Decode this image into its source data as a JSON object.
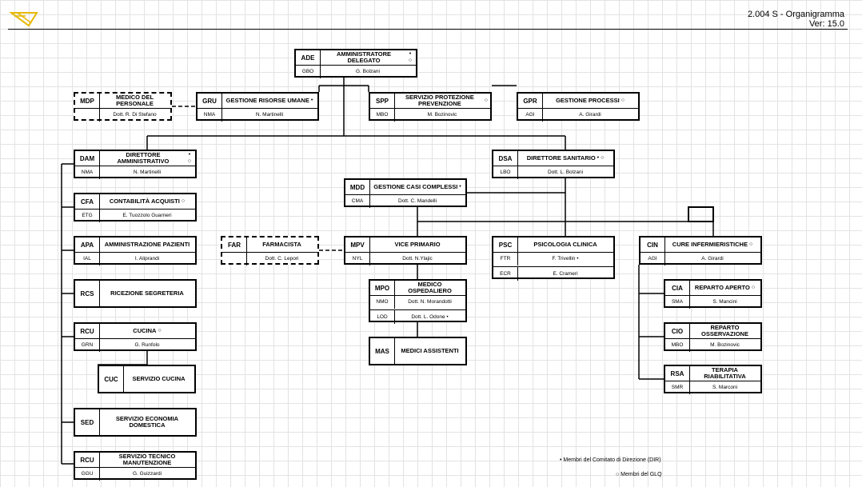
{
  "header": {
    "title": "2.004 S - Organigramma",
    "version": "Ver: 15.0",
    "logo_icon": "company-logo-icon"
  },
  "units": [
    {
      "id": "ade",
      "code": "ADE",
      "title": "AMMINISTRATORE DELEGATO",
      "markers": "• ○",
      "rows": [
        {
          "code": "GBO",
          "name": "G. Bolzani"
        }
      ]
    },
    {
      "id": "mdp",
      "code": "MDP",
      "title": "MEDICO DEL PERSONALE",
      "markers": "",
      "rows": [
        {
          "code": "",
          "name": "Dott. R. Di Stefano"
        }
      ],
      "dashed": true
    },
    {
      "id": "gru",
      "code": "GRU",
      "title": "GESTIONE RISORSE UMANE",
      "markers": "•",
      "rows": [
        {
          "code": "NMA",
          "name": "N. Martinelli"
        }
      ]
    },
    {
      "id": "spp",
      "code": "SPP",
      "title": "SERVIZIO PROTEZIONE PREVENZIONE",
      "markers": "○",
      "rows": [
        {
          "code": "MBO",
          "name": "M. Bozinovic"
        }
      ]
    },
    {
      "id": "gpr",
      "code": "GPR",
      "title": "GESTIONE PROCESSI",
      "markers": "○",
      "rows": [
        {
          "code": "AGI",
          "name": "A. Girardi"
        }
      ]
    },
    {
      "id": "dam",
      "code": "DAM",
      "title": "DIRETTORE AMMINISTRATIVO",
      "markers": "• ○",
      "rows": [
        {
          "code": "NMA",
          "name": "N. Martinelli"
        }
      ]
    },
    {
      "id": "dsa",
      "code": "DSA",
      "title": "DIRETTORE SANITARIO",
      "markers": "• ○",
      "rows": [
        {
          "code": "LBO",
          "name": "Dott. L. Bolzani"
        }
      ]
    },
    {
      "id": "cfa",
      "code": "CFA",
      "title": "CONTABILITÀ ACQUISTI",
      "markers": "○",
      "rows": [
        {
          "code": "ETG",
          "name": "E. Tuozzolo Guarneri"
        }
      ]
    },
    {
      "id": "mdd",
      "code": "MDD",
      "title": "GESTIONE CASI COMPLESSI",
      "markers": "•",
      "rows": [
        {
          "code": "CMA",
          "name": "Dott. C. Mandelli"
        }
      ]
    },
    {
      "id": "apa",
      "code": "APA",
      "title": "AMMINISTRAZIONE PAZIENTI",
      "markers": "",
      "rows": [
        {
          "code": "IAL",
          "name": "I. Aliprandi"
        }
      ]
    },
    {
      "id": "far",
      "code": "FAR",
      "title": "FARMACISTA",
      "markers": "",
      "rows": [
        {
          "code": "",
          "name": "Dott. C. Lepori"
        }
      ],
      "dashed": true
    },
    {
      "id": "mpv",
      "code": "MPV",
      "title": "VICE PRIMARIO",
      "markers": "",
      "rows": [
        {
          "code": "NYL",
          "name": "Dott. N.Ylajic"
        }
      ]
    },
    {
      "id": "psc",
      "code": "PSC",
      "title": "PSICOLOGIA CLINICA",
      "markers": "",
      "rows": [
        {
          "code": "FTR",
          "name": "F. Trivellin •"
        },
        {
          "code": "ECR",
          "name": "E. Crameri"
        }
      ]
    },
    {
      "id": "cin",
      "code": "CIN",
      "title": "CURE INFERMIERISTICHE",
      "markers": "○",
      "rows": [
        {
          "code": "AGI",
          "name": "A. Girardi"
        }
      ]
    },
    {
      "id": "rcs",
      "code": "RCS",
      "title": "RICEZIONE SEGRETERIA",
      "markers": "",
      "rows": []
    },
    {
      "id": "mpo",
      "code": "MPO",
      "title": "MEDICO OSPEDALIERO",
      "markers": "",
      "rows": [
        {
          "code": "NMO",
          "name": "Dott. N. Morandotti"
        },
        {
          "code": "LOD",
          "name": "Dott. L. Odone •"
        }
      ]
    },
    {
      "id": "cia",
      "code": "CIA",
      "title": "REPARTO APERTO",
      "markers": "○",
      "rows": [
        {
          "code": "SMA",
          "name": "S. Mancini"
        }
      ]
    },
    {
      "id": "rcu",
      "code": "RCU",
      "title": "CUCINA",
      "markers": "○",
      "rows": [
        {
          "code": "GRN",
          "name": "G. Runfolo"
        }
      ]
    },
    {
      "id": "cio",
      "code": "CIO",
      "title": "REPARTO OSSERVAZIONE",
      "markers": "",
      "rows": [
        {
          "code": "MBO",
          "name": "M. Bozinovic"
        }
      ]
    },
    {
      "id": "mas",
      "code": "MAS",
      "title": "MEDICI ASSISTENTI",
      "markers": "",
      "rows": []
    },
    {
      "id": "rsa",
      "code": "RSA",
      "title": "TERAPIA RIABILITATIVA",
      "markers": "",
      "rows": [
        {
          "code": "SMR",
          "name": "S. Marconi"
        }
      ]
    },
    {
      "id": "cuc",
      "code": "CUC",
      "title": "SERVIZIO CUCINA",
      "markers": "",
      "rows": []
    },
    {
      "id": "sed",
      "code": "SED",
      "title": "SERVIZIO ECONOMIA DOMESTICA",
      "markers": "",
      "rows": []
    },
    {
      "id": "rcu2",
      "code": "RCU",
      "title": "SERVIZIO TECNICO MANUTENZIONE",
      "markers": "",
      "rows": [
        {
          "code": "GGU",
          "name": "G. Guizzardi"
        }
      ]
    }
  ],
  "legend": {
    "dir": "• Membri del Comitato di Direzione (DIR)",
    "glq": "○ Membri del GLQ"
  }
}
